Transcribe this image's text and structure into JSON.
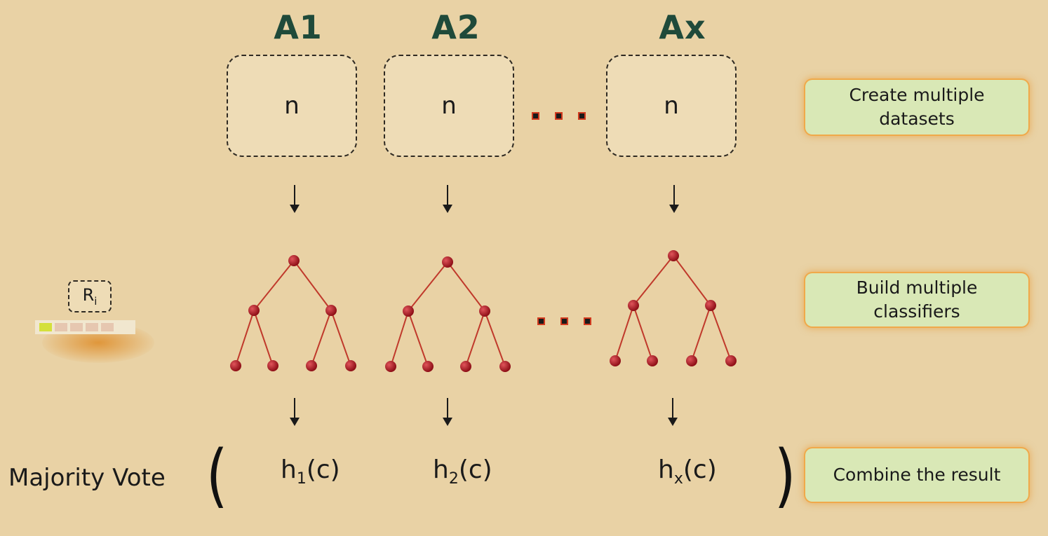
{
  "columns": [
    {
      "title": "A1",
      "dataset_label": "n",
      "output_base": "h",
      "output_sub": "1",
      "output_tail": "(c)"
    },
    {
      "title": "A2",
      "dataset_label": "n",
      "output_base": "h",
      "output_sub": "2",
      "output_tail": "(c)"
    },
    {
      "title": "Ax",
      "dataset_label": "n",
      "output_base": "h",
      "output_sub": "x",
      "output_tail": "(c)"
    }
  ],
  "stages": {
    "create": {
      "line1": "Create multiple",
      "line2": "datasets"
    },
    "build": {
      "line1": "Build multiple",
      "line2": "classifiers"
    },
    "combine": {
      "label": "Combine the result"
    }
  },
  "majority_vote": "Majority Vote",
  "brackets": {
    "open": "(",
    "close": ")"
  },
  "sample": {
    "base": "R",
    "sub": "i",
    "cells": 5,
    "active_cell": 1
  },
  "colors": {
    "background": "#e9d2a5",
    "title": "#1f4a3a",
    "tree_edge": "#c0392b",
    "tree_node": "#a3141c",
    "stage_fill": "#d9e8b6",
    "stage_border": "#f0a94a",
    "sample_active": "#d4e03a"
  },
  "icons": [
    "down-arrow-icon",
    "tree-icon",
    "ellipsis-icon"
  ]
}
